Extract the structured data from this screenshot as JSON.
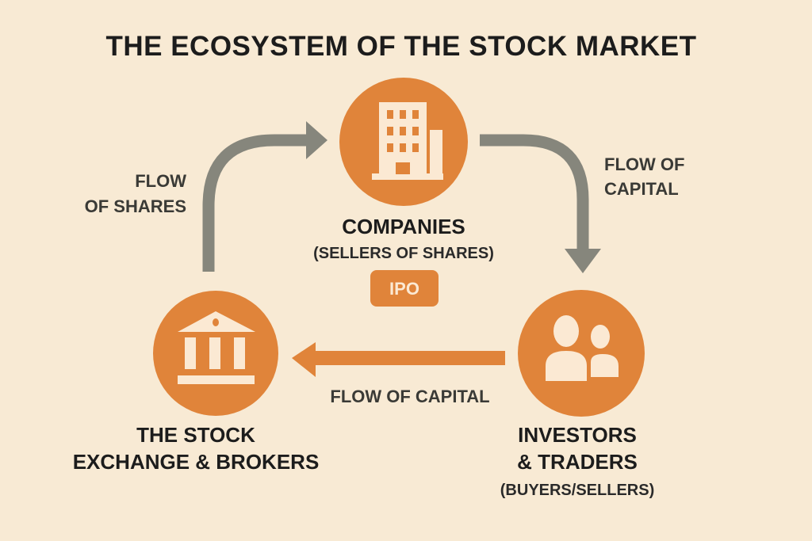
{
  "title": "THE ECOSYSTEM OF THE STOCK MARKET",
  "colors": {
    "background": "#f8ead4",
    "accent": "#e0843a",
    "arrow_gray": "#86867c",
    "text": "#1c1c1c",
    "icon_fill": "#fbe9d3"
  },
  "nodes": {
    "companies": {
      "name": "COMPANIES",
      "sub": "(SELLERS OF SHARES)",
      "badge": "IPO",
      "icon": "building-icon"
    },
    "exchange": {
      "line1": "THE STOCK",
      "line2": "EXCHANGE & BROKERS",
      "icon": "bank-icon"
    },
    "investors": {
      "line1": "INVESTORS",
      "line2": "& TRADERS",
      "sub": "(BUYERS/SELLERS)",
      "icon": "users-icon"
    }
  },
  "flows": {
    "shares": {
      "line1": "FLOW",
      "line2": "OF SHARES"
    },
    "capital_right": {
      "line1": "FLOW OF",
      "line2": "CAPITAL"
    },
    "capital_bottom": {
      "label": "FLOW OF CAPITAL"
    }
  }
}
